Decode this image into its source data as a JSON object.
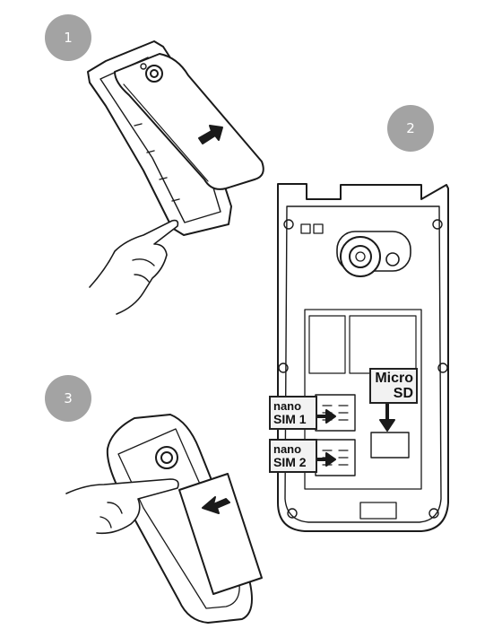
{
  "steps": [
    {
      "number": "1"
    },
    {
      "number": "2"
    },
    {
      "number": "3"
    }
  ],
  "slot_labels": {
    "sim1": {
      "line1": "nano",
      "line2": "SIM 1"
    },
    "sim2": {
      "line1": "nano",
      "line2": "SIM 2"
    },
    "micro_sd": {
      "line1": "Micro",
      "line2": "SD"
    }
  },
  "colors": {
    "badge": "#a3a3a3",
    "line": "#1a1a1a",
    "label_bg": "#f2f2f2"
  }
}
